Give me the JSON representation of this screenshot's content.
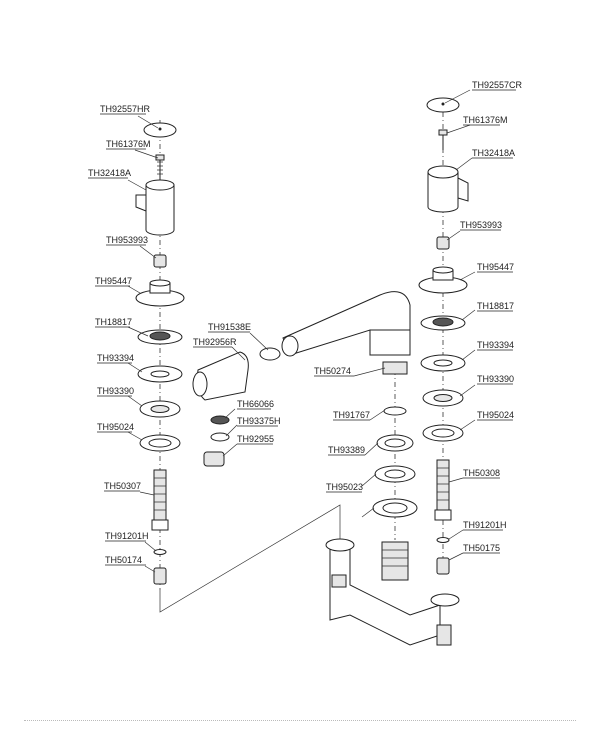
{
  "labels": {
    "l_th92557hr": "TH92557HR",
    "l_th61376m_l": "TH61376M",
    "l_th32418a_l": "TH32418A",
    "l_th953993_l": "TH953993",
    "l_th95447_l": "TH95447",
    "l_th18817_l": "TH18817",
    "l_th93394_l": "TH93394",
    "l_th93390_l": "TH93390",
    "l_th95024_l": "TH95024",
    "l_th50307": "TH50307",
    "l_th91201h_l": "TH91201H",
    "l_th50174": "TH50174",
    "l_th91538e": "TH91538E",
    "l_th92956r": "TH92956R",
    "l_th66066": "TH66066",
    "l_th93375h": "TH93375H",
    "l_th92955": "TH92955",
    "l_th50274": "TH50274",
    "l_th91767": "TH91767",
    "l_th93389": "TH93389",
    "l_th95023": "TH95023",
    "l_th92557cr": "TH92557CR",
    "l_th61376m_r": "TH61376M",
    "l_th32418a_r": "TH32418A",
    "l_th953993_r": "TH953993",
    "l_th95447_r": "TH95447",
    "l_th18817_r": "TH18817",
    "l_th93394_r": "TH93394",
    "l_th93390_r": "TH93390",
    "l_th95024_r": "TH95024",
    "l_th50308": "TH50308",
    "l_th91201h_r": "TH91201H",
    "l_th50175": "TH50175"
  }
}
